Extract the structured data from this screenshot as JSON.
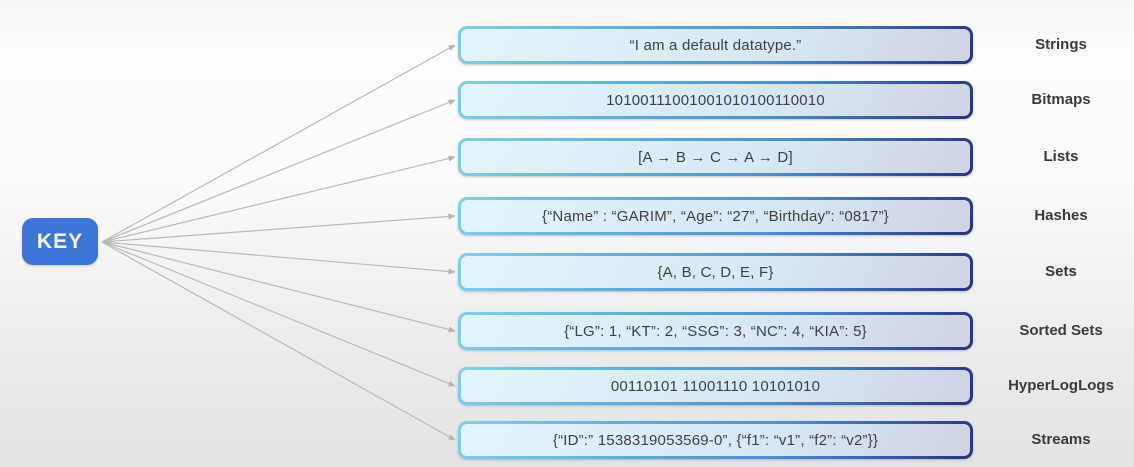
{
  "diagram": {
    "key_label": "KEY",
    "rows": [
      {
        "value": "“I am a default datatype.”",
        "label": "Strings"
      },
      {
        "value": "10100111001001010100110010",
        "label": "Bitmaps"
      },
      {
        "value": "[A → B → C → A → D]",
        "label": "Lists"
      },
      {
        "value": "{“Name” : “GARIM”, “Age”: “27”, “Birthday”: “0817”}",
        "label": "Hashes"
      },
      {
        "value": "{A, B, C, D, E, F}",
        "label": "Sets"
      },
      {
        "value": "{“LG”: 1, “KT”: 2, “SSG”: 3, “NC”: 4, “KIA”: 5}",
        "label": "Sorted Sets"
      },
      {
        "value": "00110101 11001110 10101010",
        "label": "HyperLogLogs"
      },
      {
        "value": "{“ID”:” 1538319053569-0”, {“f1”: “v1”, “f2”: “v2”}}",
        "label": "Streams"
      }
    ],
    "colors": {
      "key_bg": "#3c76d9",
      "key_text": "#ffffff",
      "border_light": "#7fd0e8",
      "border_mid": "#4b8fd0",
      "border_dark": "#26337f",
      "arrow": "#b9b9b9",
      "value_text": "#3f3f3f",
      "label_text": "#3a3a3a"
    }
  }
}
